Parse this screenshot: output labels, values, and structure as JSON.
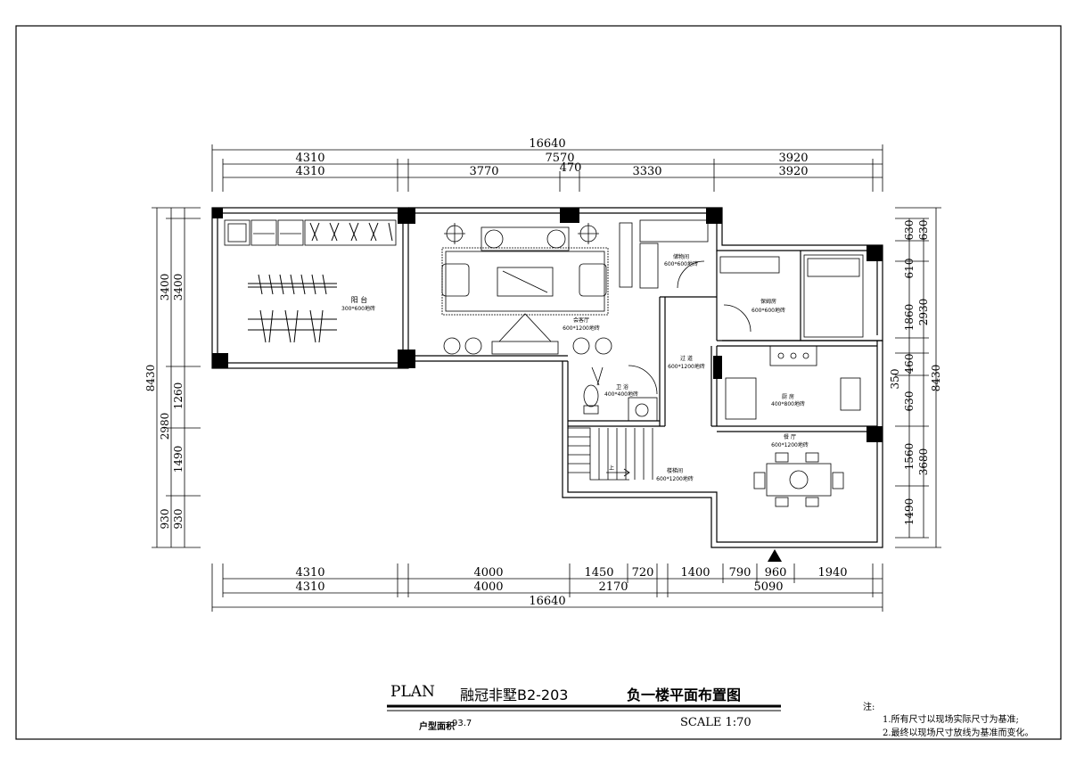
{
  "dims_top": {
    "total": "16640",
    "mid": "7570",
    "seg_a": "4310",
    "seg_b": "3920",
    "seg_a2": "4310",
    "seg_c": "3770",
    "seg_d": "470",
    "seg_e": "3330",
    "seg_f": "3920"
  },
  "dims_bottom": {
    "r1_a": "4310",
    "r1_b": "4000",
    "r1_c": "1450",
    "r1_d": "720",
    "r1_e": "1400",
    "r1_f": "790",
    "r1_g": "960",
    "r1_h": "1940",
    "r2_a": "4310",
    "r2_b": "4000",
    "r2_c": "2170",
    "r2_d": "5090",
    "total": "16640"
  },
  "dims_left": {
    "total": "8430",
    "o1": "3400",
    "o2": "2980",
    "o3": "930",
    "i1": "3400",
    "i2": "1260",
    "i3": "1490",
    "i4": "930"
  },
  "dims_right": {
    "total": "8430",
    "o1": "630",
    "o2": "2930",
    "o3": "350",
    "o4": "3680",
    "i1": "630",
    "i2": "610",
    "i3": "1860",
    "i4": "460",
    "i5": "630",
    "i6": "1560",
    "i7": "1490"
  },
  "rooms": {
    "balcony_name": "阳 台",
    "balcony_spec": "300*600地砖",
    "living_name": "会客厅",
    "living_spec": "600*1200地砖",
    "storage_name": "储物间",
    "storage_spec": "600*600地砖",
    "bedroom_name": "保姆房",
    "bedroom_spec": "600*600地砖",
    "corridor_name": "过 道",
    "corridor_spec": "600*1200地砖",
    "toilet_name": "卫 浴",
    "toilet_spec": "400*400地砖",
    "kitchen_name": "厨 房",
    "kitchen_spec": "400*800地砖",
    "dining_name": "餐 厅",
    "dining_spec": "600*1200地砖",
    "stair_name": "楼梯间",
    "stair_spec": "600*1200地砖",
    "stair_up": "上"
  },
  "title": {
    "plan": "PLAN",
    "project": "融冠非墅B2-203",
    "drawing": "负一楼平面布置图",
    "area_label": "户型面积",
    "area_value": "93.7",
    "scale": "SCALE 1:70"
  },
  "notes": {
    "title": "注:",
    "n1": "1.所有尺寸以现场实际尺寸为基准;",
    "n2": "2.最终以现场尺寸放线为基准而变化。"
  }
}
